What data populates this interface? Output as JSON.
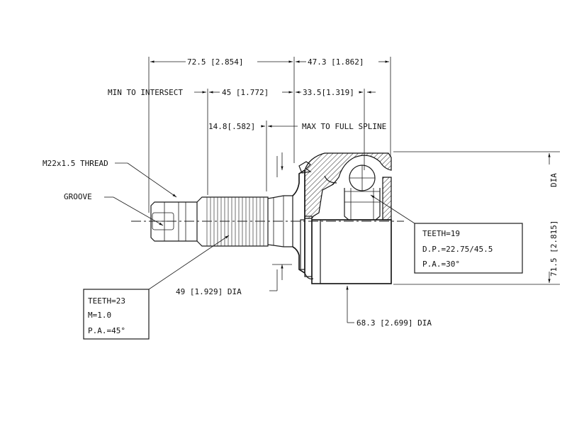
{
  "dimensions": {
    "d_72_5": "72.5 [2.854]",
    "d_47_3": "47.3 [1.862]",
    "min_label": "MIN TO INTERSECT",
    "d_45": "45 [1.772]",
    "d_33_5": "33.5[1.319]",
    "d_14_8": "14.8[.582]",
    "max_label": "MAX TO FULL SPLINE",
    "d_49": "49 [1.929] DIA",
    "d_68_3": "68.3 [2.699] DIA",
    "dia_label": "DIA",
    "d_71_5": "71.5 [2.815]"
  },
  "callouts": {
    "thread": "M22x1.5 THREAD",
    "groove": "GROOVE"
  },
  "teeth_left": {
    "line1": "TEETH=23",
    "line2": "M=1.0",
    "line3": "P.A.=45°"
  },
  "teeth_right": {
    "line1": "TEETH=19",
    "line2": "D.P.=22.75/45.5",
    "line3": "P.A.=30°"
  },
  "colors": {
    "ink": "#1a1a1a",
    "background": "#ffffff"
  }
}
